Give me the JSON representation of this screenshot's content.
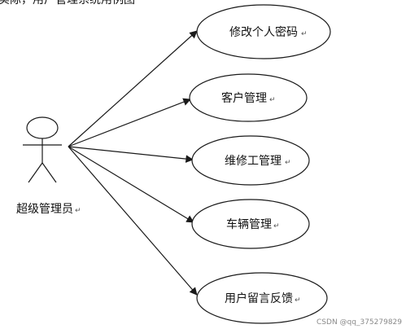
{
  "header_fragment": "实际，用户管理系统用例图",
  "actor": {
    "label": "超级管理员",
    "return_mark": "↵"
  },
  "use_cases": [
    {
      "label": "修改个人密码",
      "return_mark": "↵"
    },
    {
      "label": "客户管理",
      "return_mark": "↵"
    },
    {
      "label": "维修工管理",
      "return_mark": "↵"
    },
    {
      "label": "车辆管理",
      "return_mark": "↵"
    },
    {
      "label": "用户留言反馈",
      "return_mark": "↵"
    }
  ],
  "watermark": "CSDN @qq_375279829",
  "colors": {
    "stroke": "#1a1a1a",
    "text": "#111111",
    "watermark": "#8a8a8a"
  }
}
